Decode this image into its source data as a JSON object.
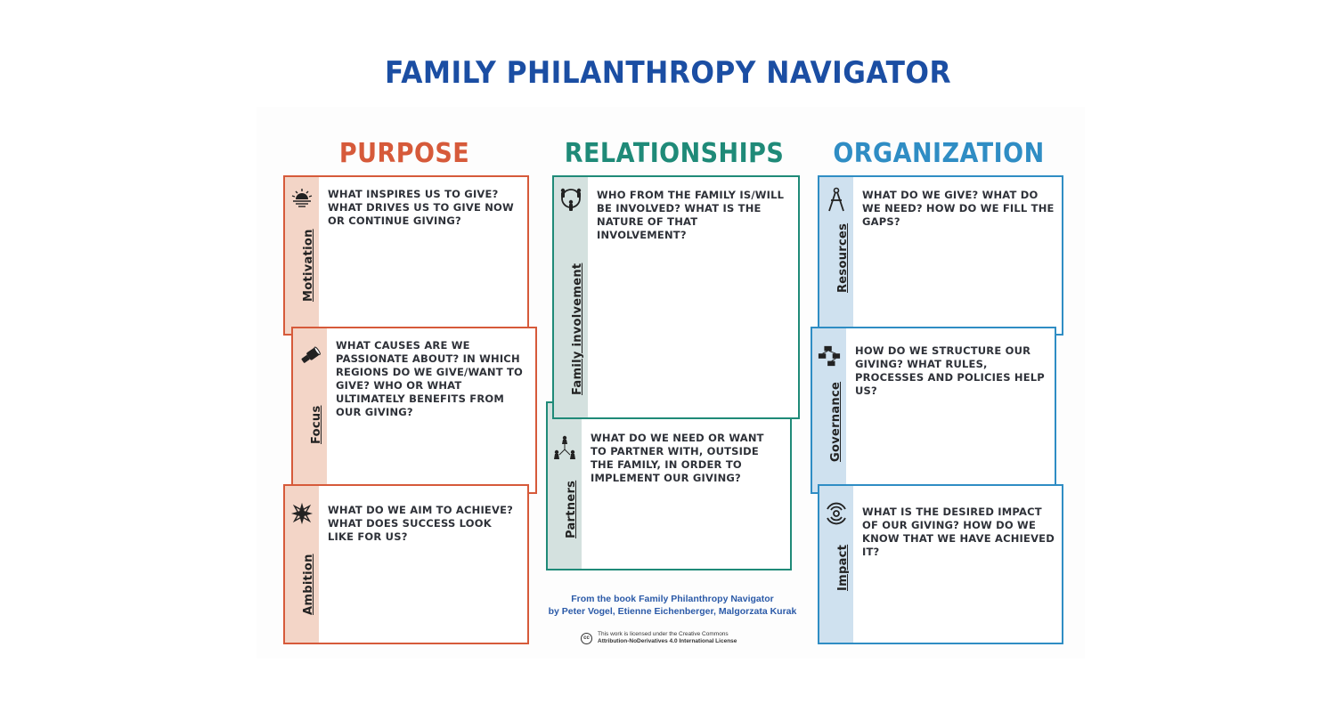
{
  "title": "FAMILY PHILANTHROPY NAVIGATOR",
  "colors": {
    "title": "#1b4ea3",
    "purpose": "#d65a3a",
    "relationships": "#1f8a78",
    "organization": "#2f8dc4"
  },
  "columns": {
    "purpose": {
      "title": "PURPOSE",
      "boxes": [
        {
          "label": "Motivation",
          "icon": "sunrise-icon",
          "question": "What inspires us to give? What drives us to give now or continue giving?"
        },
        {
          "label": "Focus",
          "icon": "telescope-icon",
          "question": "What causes are we passionate about? In which regions do we give/want to give? Who or what ultimately benefits from our giving?"
        },
        {
          "label": "Ambition",
          "icon": "compass-star-icon",
          "question": "What do we aim to achieve? What does success look like for us?"
        }
      ]
    },
    "relationships": {
      "title": "RELATIONSHIPS",
      "boxes": [
        {
          "label": "Family involvement",
          "icon": "family-circle-icon",
          "question": "Who from the family is/will be involved? What is the nature of that involvement?"
        },
        {
          "label": "Partners",
          "icon": "network-people-icon",
          "question": "What do we need or want to partner with, outside the family, in order to implement our giving?"
        }
      ]
    },
    "organization": {
      "title": "ORGANIZATION",
      "boxes": [
        {
          "label": "Resources",
          "icon": "drafting-compass-icon",
          "question": "What do we give? What do we need? How do we fill the gaps?"
        },
        {
          "label": "Governance",
          "icon": "org-chart-icon",
          "question": "How do we structure our giving? What rules, processes and policies help us?"
        },
        {
          "label": "Impact",
          "icon": "ripple-target-icon",
          "question": "What is the desired impact of our giving? How do we know that we have achieved it?"
        }
      ]
    }
  },
  "credit": {
    "line1": "From the book Family Philanthropy Navigator",
    "line2": "by Peter Vogel, Etienne Eichenberger, Malgorzata Kurak"
  },
  "license": {
    "badge": "cc",
    "line1": "This work is licensed under the Creative Commons",
    "line2": "Attribution-NoDerivatives 4.0 International License"
  }
}
